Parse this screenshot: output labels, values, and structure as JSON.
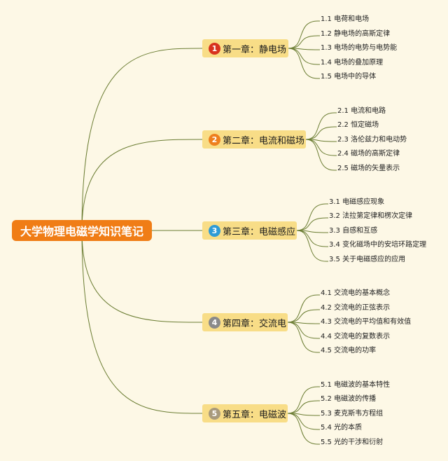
{
  "root": {
    "title": "大学物理电磁学知识笔记"
  },
  "colors": {
    "background": "#fdf8e6",
    "root": "#f07d16",
    "chapter": "#f8dd87",
    "line": "#6b7d33"
  },
  "chapters": [
    {
      "num": "1",
      "title": "第一章：静电场",
      "badge_color": "#d8321e",
      "subs": [
        "1.1 电荷和电场",
        "1.2 静电场的高斯定律",
        "1.3 电场的电势与电势能",
        "1.4 电场的叠加原理",
        "1.5 电场中的导体"
      ]
    },
    {
      "num": "2",
      "title": "第二章：电流和磁场",
      "badge_color": "#ee7f1e",
      "subs": [
        "2.1 电流和电路",
        "2.2 恒定磁场",
        "2.3 洛伦兹力和电动势",
        "2.4 磁场的高斯定律",
        "2.5 磁场的矢量表示"
      ]
    },
    {
      "num": "3",
      "title": "第三章：电磁感应",
      "badge_color": "#2f9bd6",
      "subs": [
        "3.1 电磁感应现象",
        "3.2 法拉第定律和楞次定律",
        "3.3 自感和互感",
        "3.4 变化磁场中的安培环路定理",
        "3.5 关于电磁感应的应用"
      ]
    },
    {
      "num": "4",
      "title": "第四章：交流电",
      "badge_color": "#8a8a8a",
      "subs": [
        "4.1 交流电的基本概念",
        "4.2 交流电的正弦表示",
        "4.3 交流电的平均值和有效值",
        "4.4 交流电的复数表示",
        "4.5 交流电的功率"
      ]
    },
    {
      "num": "5",
      "title": "第五章：电磁波",
      "badge_color": "#a89a7c",
      "subs": [
        "5.1 电磁波的基本特性",
        "5.2 电磁波的传播",
        "5.3 麦克斯韦方程组",
        "5.4 光的本质",
        "5.5 光的干涉和衍射"
      ]
    }
  ]
}
